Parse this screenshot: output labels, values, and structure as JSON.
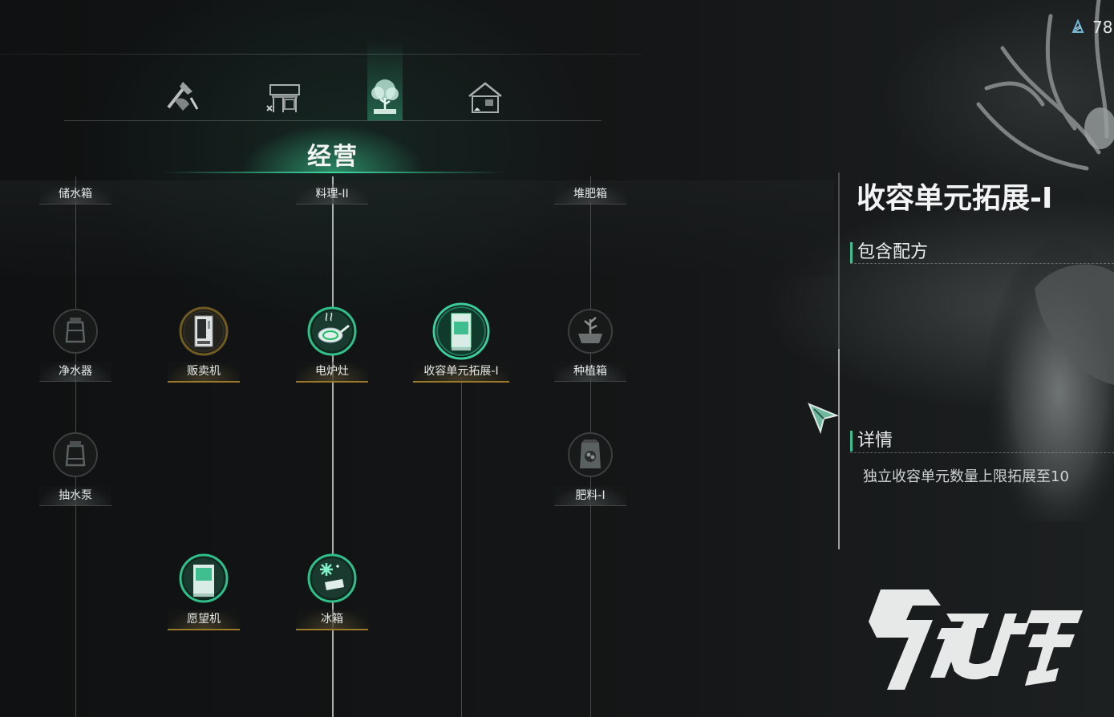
{
  "currency": {
    "value": "78",
    "icon": "crystal-icon"
  },
  "tabs": [
    {
      "name": "tab-crafting",
      "icon": "tools-icon",
      "active": false
    },
    {
      "name": "tab-workbench",
      "icon": "workbench-icon",
      "active": false
    },
    {
      "name": "tab-operation",
      "icon": "tree-icon",
      "active": true
    },
    {
      "name": "tab-house",
      "icon": "house-icon",
      "active": false
    }
  ],
  "section_title": "经营",
  "nodes": {
    "water_tank": "储水箱",
    "cooking_2": "料理-II",
    "compost_box": "堆肥箱",
    "water_purifier": "净水器",
    "vending_machine": "贩卖机",
    "electric_stove": "电炉灶",
    "containment_expand": "收容单元拓展-I",
    "planting_box": "种植箱",
    "water_pump": "抽水泵",
    "fertilizer": "肥料-I",
    "wish_machine": "愿望机",
    "fridge": "冰箱"
  },
  "panel": {
    "title": "收容单元拓展-Ⅰ",
    "recipes_heading": "包含配方",
    "details_heading": "详情",
    "details_text": "独立收容单元数量上限拓展至10"
  },
  "colors": {
    "accent": "#3fd9a0",
    "gold": "#9a7a2a",
    "background": "#101213"
  }
}
